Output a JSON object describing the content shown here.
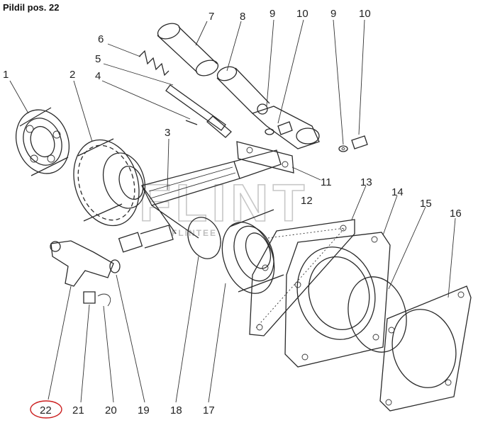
{
  "header": {
    "title": "Pildil pos. 22"
  },
  "callouts": [
    {
      "id": "1",
      "label": "1"
    },
    {
      "id": "2",
      "label": "2"
    },
    {
      "id": "3",
      "label": "3"
    },
    {
      "id": "4",
      "label": "4"
    },
    {
      "id": "5",
      "label": "5"
    },
    {
      "id": "6",
      "label": "6"
    },
    {
      "id": "7",
      "label": "7"
    },
    {
      "id": "8",
      "label": "8"
    },
    {
      "id": "9a",
      "label": "9"
    },
    {
      "id": "10a",
      "label": "10"
    },
    {
      "id": "9b",
      "label": "9"
    },
    {
      "id": "10b",
      "label": "10"
    },
    {
      "id": "11",
      "label": "11"
    },
    {
      "id": "12",
      "label": "12"
    },
    {
      "id": "13",
      "label": "13"
    },
    {
      "id": "14",
      "label": "14"
    },
    {
      "id": "15",
      "label": "15"
    },
    {
      "id": "16",
      "label": "16"
    },
    {
      "id": "17",
      "label": "17"
    },
    {
      "id": "18",
      "label": "18"
    },
    {
      "id": "19",
      "label": "19"
    },
    {
      "id": "20",
      "label": "20"
    },
    {
      "id": "21",
      "label": "21"
    },
    {
      "id": "22",
      "label": "22"
    }
  ],
  "highlight": {
    "callout": "22",
    "color": "#cc1f1f"
  },
  "watermark": {
    "main": "FLINT",
    "sub": "FLINTEE",
    "color": "#b9b9b9"
  }
}
